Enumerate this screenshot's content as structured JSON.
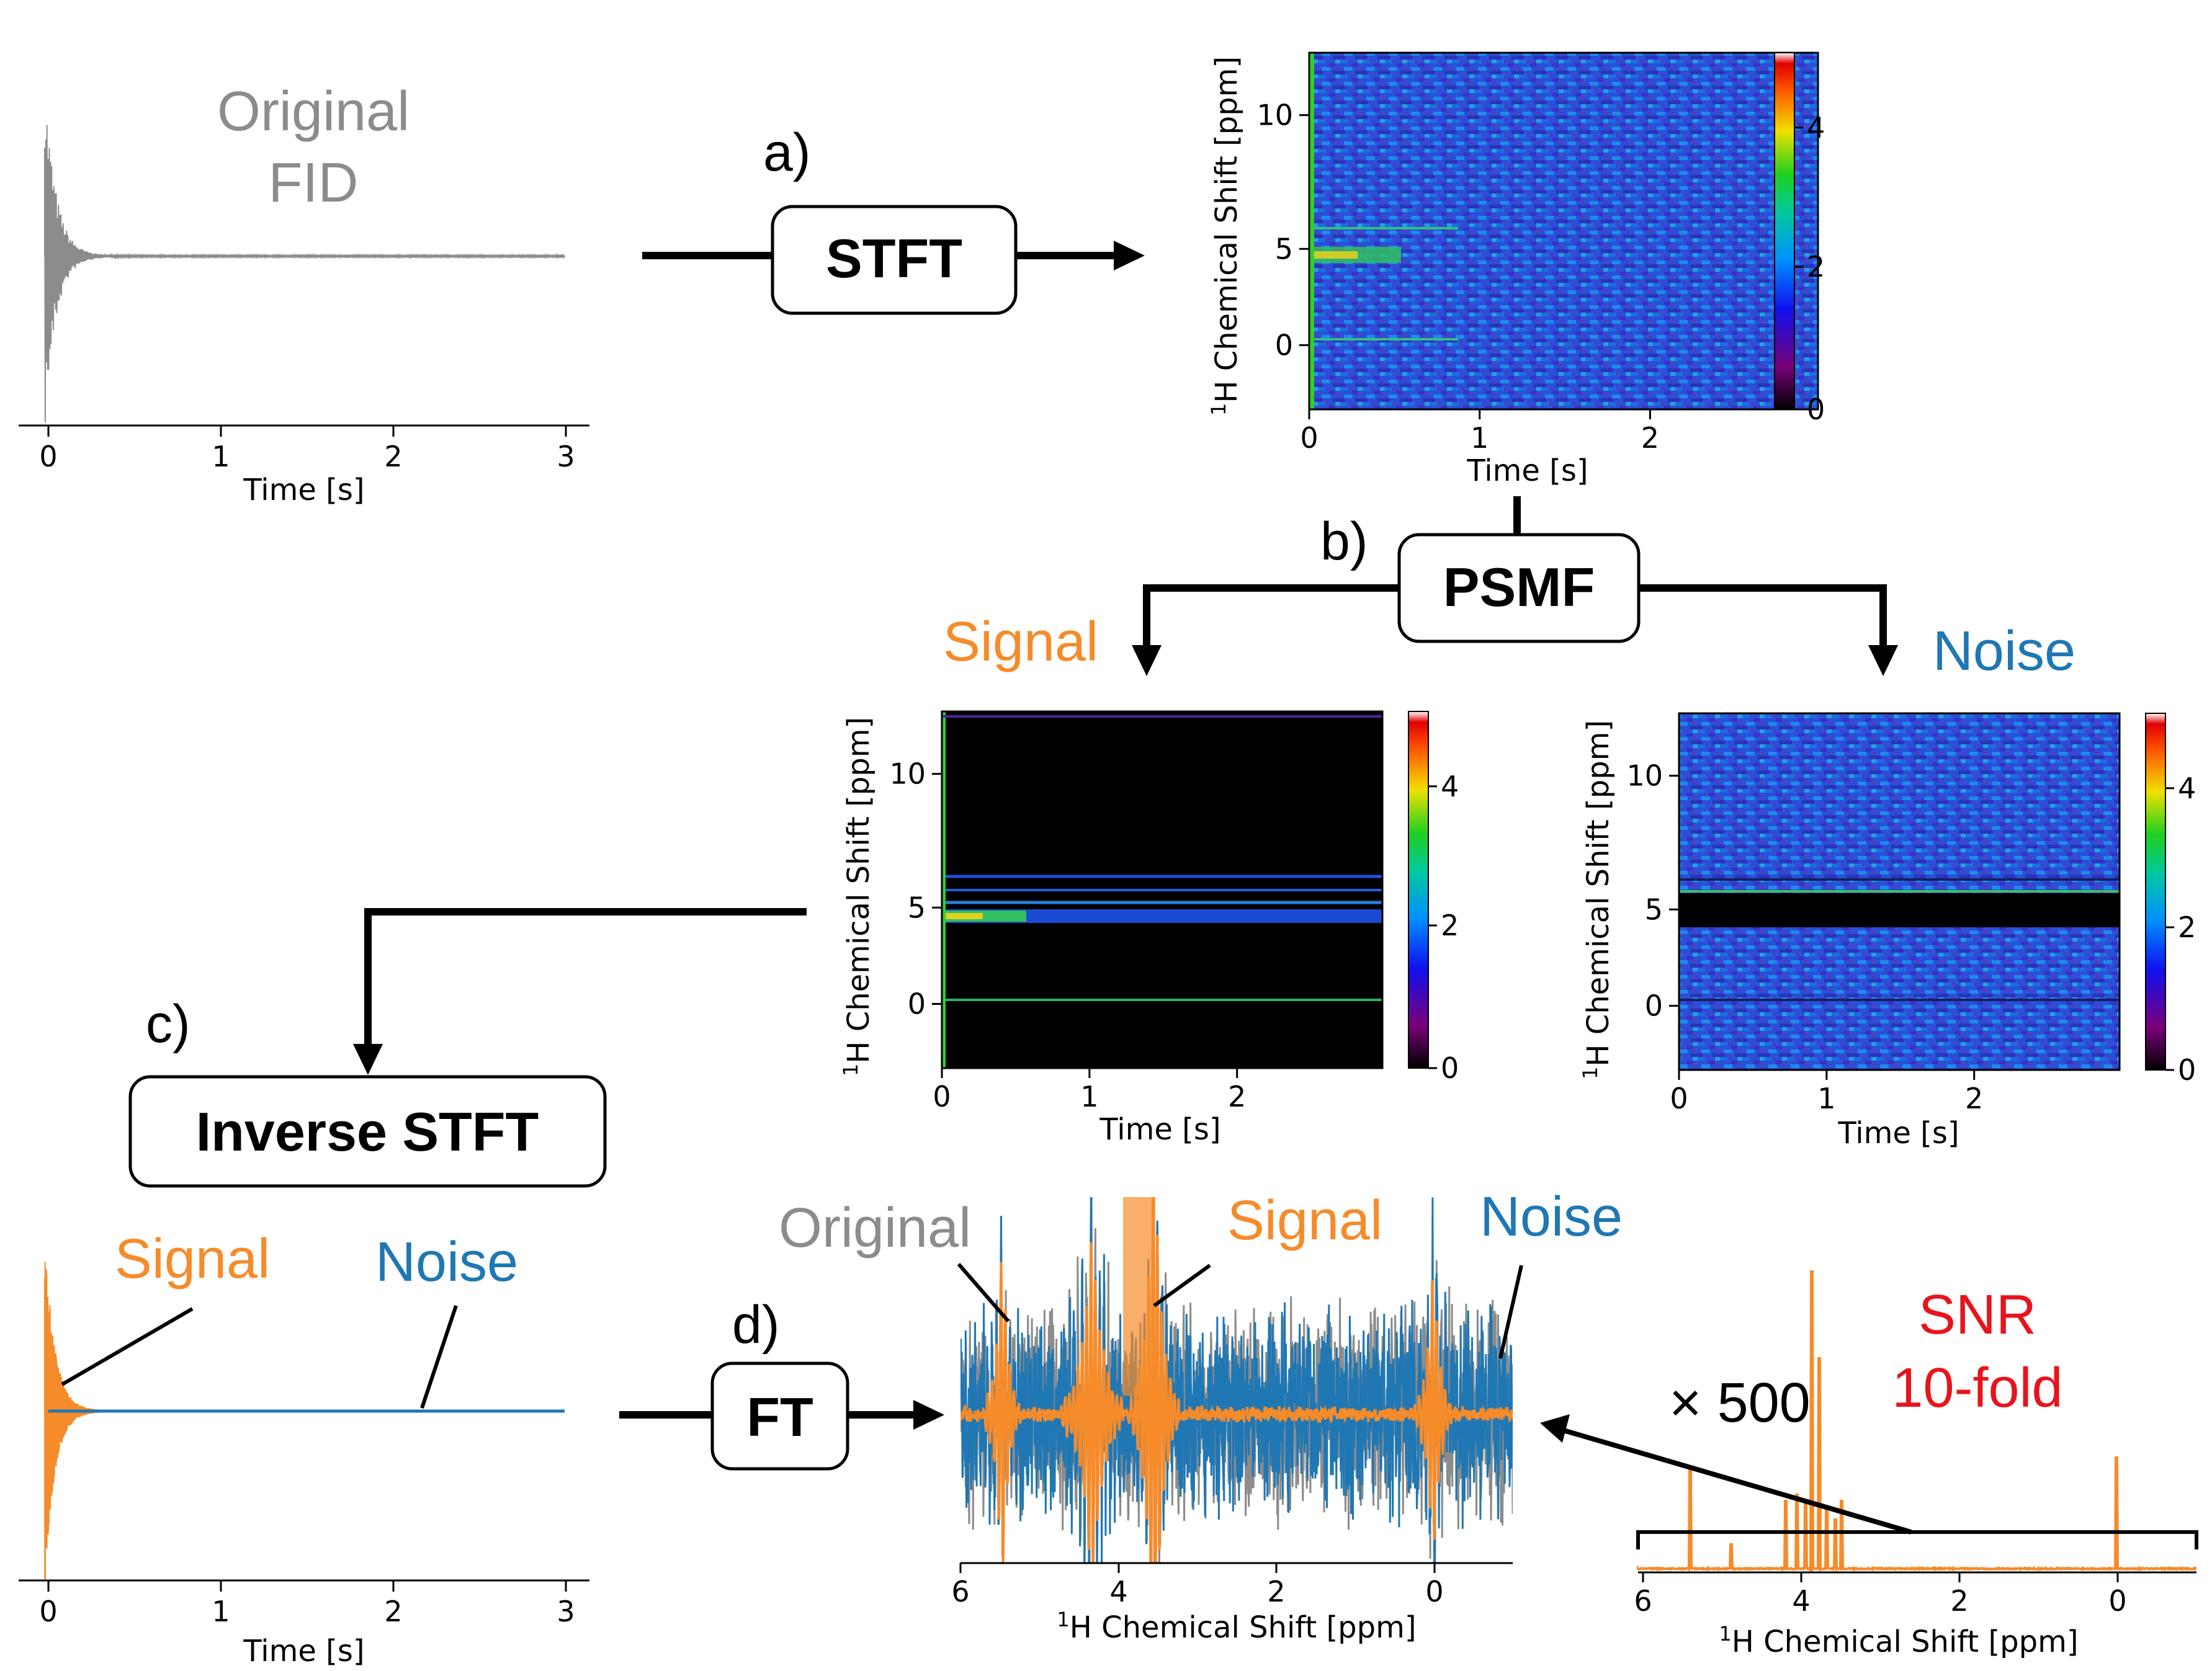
{
  "colors": {
    "original": "#8c8c8c",
    "signal": "#f68b2a",
    "noise": "#1f77b4",
    "snr": "#e8141b",
    "black": "#000000"
  },
  "steps": {
    "a": {
      "tag": "a)",
      "label": "STFT"
    },
    "b": {
      "tag": "b)",
      "label": "PSMF"
    },
    "c": {
      "tag": "c)",
      "label": "Inverse STFT"
    },
    "d": {
      "tag": "d)",
      "label": "FT"
    }
  },
  "fid_original": {
    "title_line1": "Original",
    "title_line2": "FID",
    "xlabel": "Time [s]",
    "xticks": [
      "0",
      "1",
      "2",
      "3"
    ]
  },
  "spectrogram_top": {
    "ylabel_sup": "1",
    "ylabel": "H Chemical Shift [ppm]",
    "xlabel": "Time [s]",
    "xticks": [
      "0",
      "1",
      "2"
    ],
    "yticks": [
      "10",
      "5",
      "0"
    ],
    "cbar_ticks": [
      "4",
      "2",
      "0"
    ]
  },
  "spectrogram_signal": {
    "title": "Signal",
    "ylabel_sup": "1",
    "ylabel": "H Chemical Shift [ppm]",
    "xlabel": "Time [s]",
    "xticks": [
      "0",
      "1",
      "2"
    ],
    "yticks": [
      "10",
      "5",
      "0"
    ],
    "cbar_ticks": [
      "4",
      "2",
      "0"
    ]
  },
  "spectrogram_noise": {
    "title": "Noise",
    "ylabel_sup": "1",
    "ylabel": "H Chemical Shift [ppm]",
    "xlabel": "Time [s]",
    "xticks": [
      "0",
      "1",
      "2"
    ],
    "yticks": [
      "10",
      "5",
      "0"
    ],
    "cbar_ticks": [
      "4",
      "2",
      "0"
    ]
  },
  "fid_separated": {
    "signal_label": "Signal",
    "noise_label": "Noise",
    "xlabel": "Time [s]",
    "xticks": [
      "0",
      "1",
      "2",
      "3"
    ]
  },
  "spectrum_zoom": {
    "original_label": "Original",
    "signal_label": "Signal",
    "noise_label": "Noise",
    "xlabel_sup": "1",
    "xlabel": "H Chemical Shift [ppm]",
    "xticks": [
      "6",
      "4",
      "2",
      "0"
    ]
  },
  "spectrum_full": {
    "xlabel_sup": "1",
    "xlabel": "H Chemical Shift [ppm]",
    "xticks": [
      "6",
      "4",
      "2",
      "0"
    ],
    "magnification": "× 500",
    "snr_line1": "SNR",
    "snr_line2": "10-fold"
  }
}
